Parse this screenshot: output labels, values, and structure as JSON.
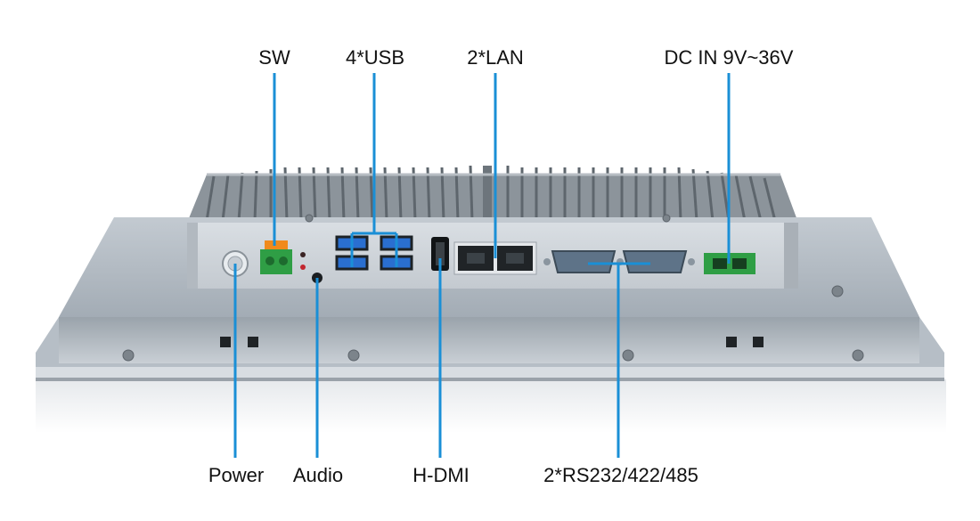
{
  "callouts": {
    "sw": "SW",
    "usb": "4*USB",
    "lan": "2*LAN",
    "dc_in": "DC IN 9V~36V",
    "power": "Power",
    "audio": "Audio",
    "hdmi": "H-DMI",
    "serial": "2*RS232/422/485"
  },
  "colors": {
    "leader_line": "#1a8fd6",
    "usb_port": "#2a6fd0",
    "terminal_green": "#2f9e45",
    "terminal_orange": "#f08a1c",
    "panel": "#a9b3bd",
    "heatsink": "#8f979e"
  }
}
